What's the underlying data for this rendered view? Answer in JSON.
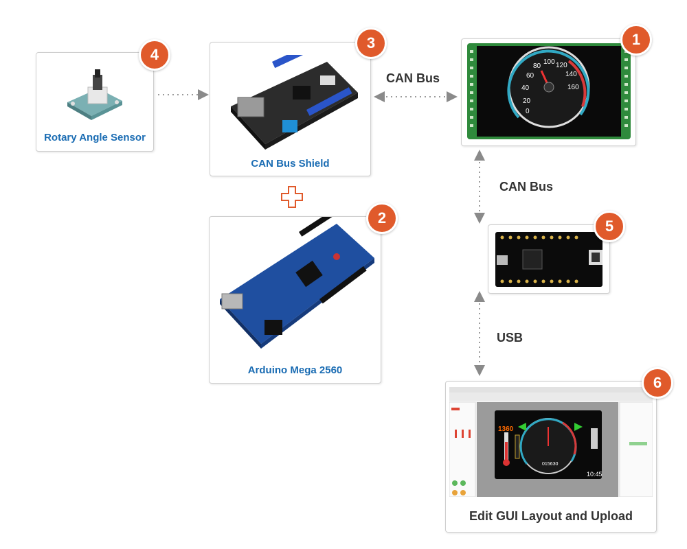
{
  "nodes": {
    "sensor": {
      "badge": "4",
      "label": "Rotary Angle Sensor"
    },
    "shield": {
      "badge": "3",
      "label": "CAN Bus Shield"
    },
    "mega": {
      "badge": "2",
      "label": "Arduino Mega 2560"
    },
    "display": {
      "badge": "1"
    },
    "adapter": {
      "badge": "5"
    },
    "editor": {
      "badge": "6",
      "label": "Edit GUI Layout and Upload"
    }
  },
  "connectors": {
    "shield_display": "CAN Bus",
    "display_adapter": "CAN Bus",
    "adapter_editor": "USB"
  },
  "gauge": {
    "ticks": [
      "0",
      "20",
      "40",
      "60",
      "80",
      "100",
      "120",
      "140",
      "160"
    ]
  },
  "editor_screen": {
    "value_left": "1360",
    "value_center": "015630",
    "clock": "10:45"
  },
  "colors": {
    "badge": "#e05a2b",
    "caption": "#1a6cb3",
    "plus": "#e05a2b"
  }
}
